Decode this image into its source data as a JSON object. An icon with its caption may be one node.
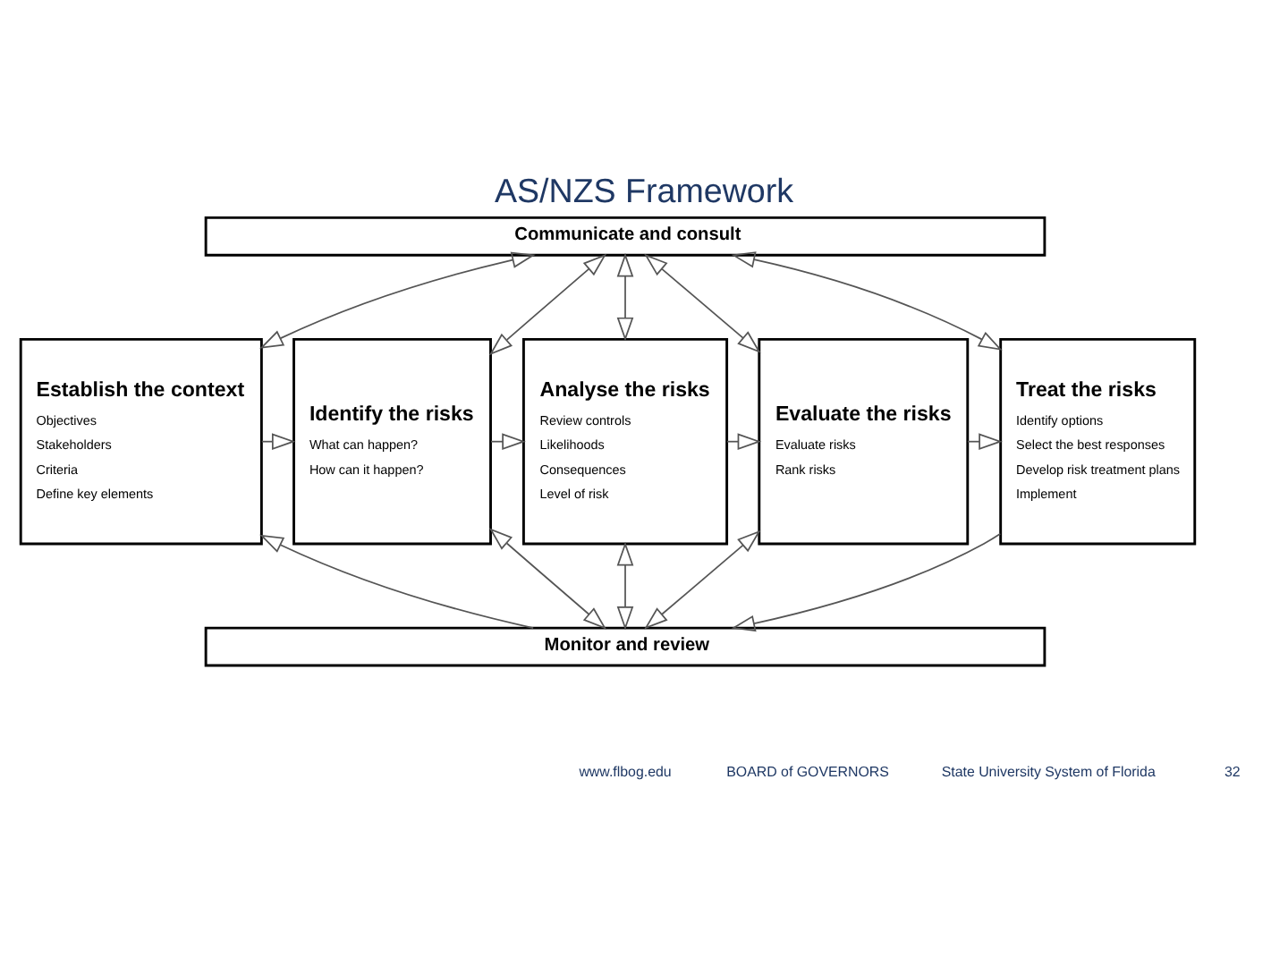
{
  "diagram": {
    "title": "AS/NZS Framework",
    "nodes": [
      {
        "text": [
          "Communicate and consult"
        ]
      },
      {
        "text": [
          "Establish the context",
          "Objectives",
          "Stakeholders",
          "Criteria",
          "Define key elements"
        ]
      },
      {
        "text": [
          "Identify the risks",
          "What can happen?",
          "How can it happen?"
        ]
      },
      {
        "text": [
          "Analyse the risks",
          "Review controls",
          "Likelihoods",
          "Consequences",
          "Level of risk"
        ]
      },
      {
        "text": [
          "Evaluate the risks",
          "Evaluate risks",
          "Rank risks"
        ]
      },
      {
        "text": [
          "Treat the risks",
          "Identify options",
          "Select the best responses",
          "Develop risk treatment plans",
          "Implement"
        ]
      },
      {
        "text": [
          "Monitor and review"
        ]
      }
    ],
    "edges": [
      {
        "from": 0,
        "to": 1,
        "arrow": "both"
      },
      {
        "from": 0,
        "to": 2,
        "arrow": "both"
      },
      {
        "from": 0,
        "to": 3,
        "arrow": "both"
      },
      {
        "from": 0,
        "to": 4,
        "arrow": "both"
      },
      {
        "from": 0,
        "to": 5,
        "arrow": "both"
      },
      {
        "from": 1,
        "to": 2,
        "arrow": "to"
      },
      {
        "from": 2,
        "to": 3,
        "arrow": "to"
      },
      {
        "from": 3,
        "to": 4,
        "arrow": "to"
      },
      {
        "from": 4,
        "to": 5,
        "arrow": "to"
      },
      {
        "from": 6,
        "to": 1,
        "arrow": "to"
      },
      {
        "from": 2,
        "to": 6,
        "arrow": "both"
      },
      {
        "from": 3,
        "to": 6,
        "arrow": "both"
      },
      {
        "from": 4,
        "to": 6,
        "arrow": "both"
      },
      {
        "from": 5,
        "to": 6,
        "arrow": "to"
      }
    ],
    "labels": [
      "www.flbog.edu",
      "BOARD of GOVERNORS",
      "State University System of Florida",
      "32"
    ]
  }
}
